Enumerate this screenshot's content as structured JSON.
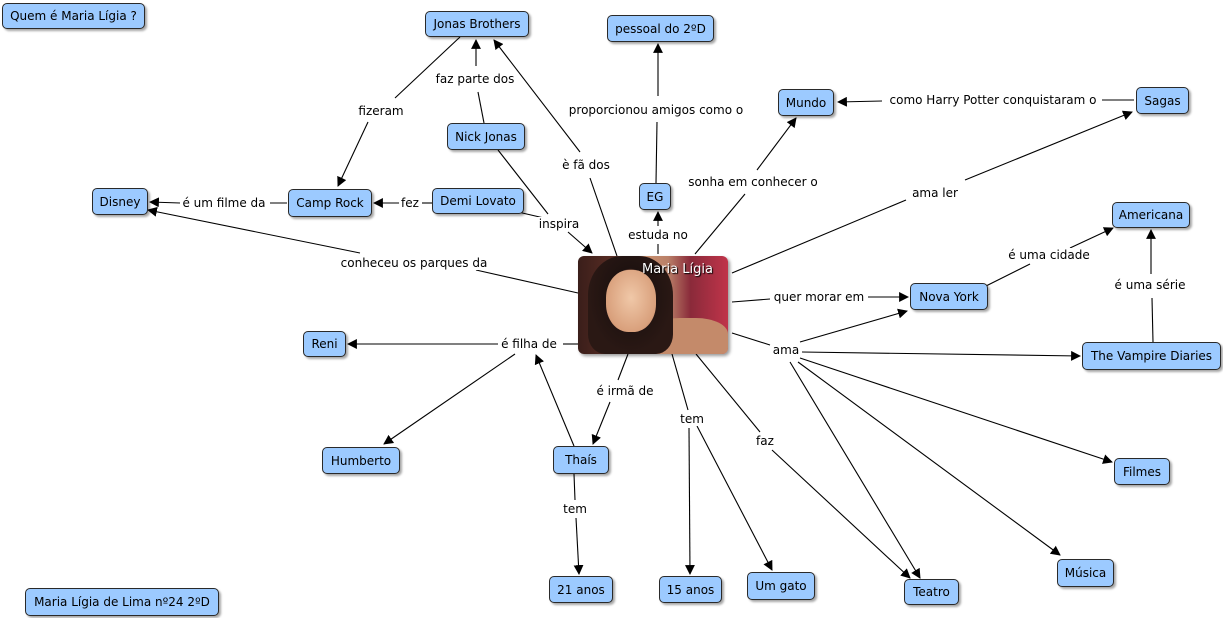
{
  "center": {
    "title": "Maria Lígia"
  },
  "nodes": {
    "quem": "Quem é Maria Lígia ?",
    "jonas": "Jonas Brothers",
    "pessoal": "pessoal do 2ºD",
    "mundo": "Mundo",
    "sagas": "Sagas",
    "nick": "Nick Jonas",
    "disney": "Disney",
    "camprock": "Camp Rock",
    "demi": "Demi Lovato",
    "eg": "EG",
    "americana": "Americana",
    "novayork": "Nova York",
    "reni": "Reni",
    "vampire": "The Vampire Diaries",
    "humberto": "Humberto",
    "thais": "Thaís",
    "filmes": "Filmes",
    "musica": "Música",
    "anos21": "21 anos",
    "anos15": "15 anos",
    "gato": "Um gato",
    "teatro": "Teatro",
    "author": "Maria Lígia de Lima nº24 2ºD"
  },
  "labels": {
    "fizeram": "fizeram",
    "fazpartedos": "faz parte dos",
    "efados": "è fã dos",
    "proporcionou": "proporcionou amigos como o",
    "comoharry": "como Harry Potter conquistaram o",
    "sonha": "sonha em conhecer o",
    "amaler": "ama ler",
    "eumfilme": "é um filme da",
    "fez": "fez",
    "inspira": "inspira",
    "estudano": "estuda no",
    "conheceu": "conheceu os parques da",
    "ecidade": "é uma cidade",
    "querMorar": "quer morar em",
    "eserie": "é uma série",
    "efilha": "é filha de",
    "ama": "ama",
    "eirma": "é irmã de",
    "tem1": "tem",
    "faz": "faz",
    "tem2": "tem"
  }
}
